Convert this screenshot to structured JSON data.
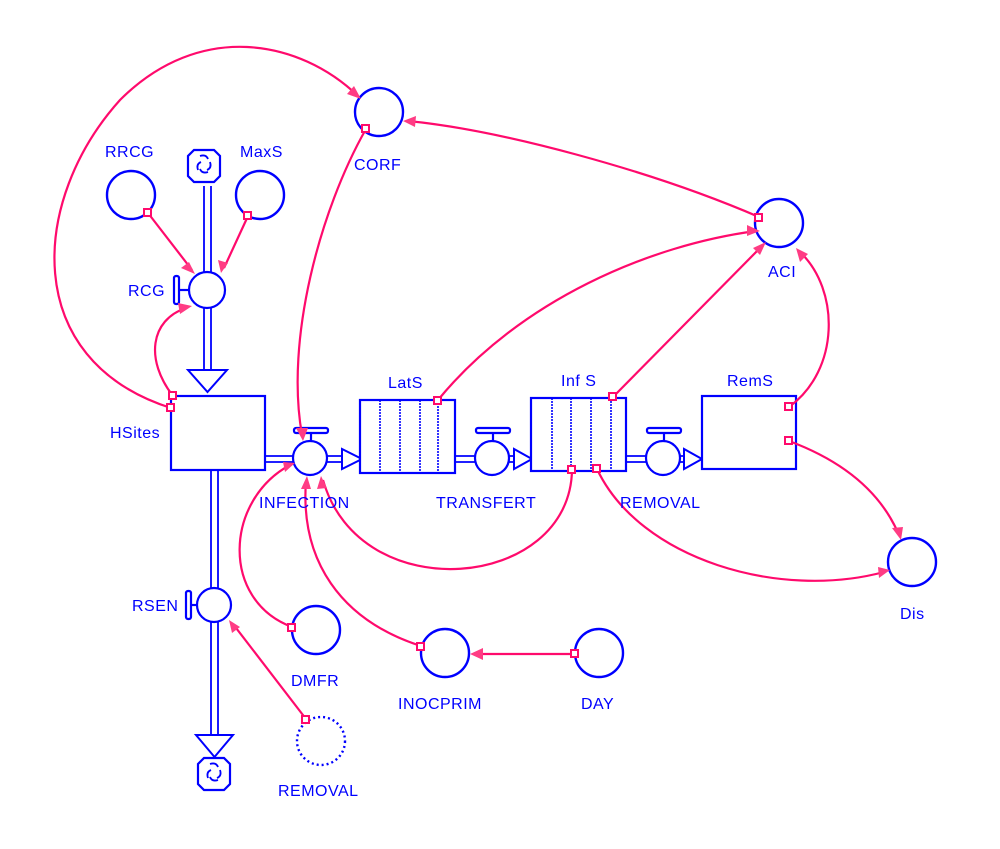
{
  "diagram": {
    "type": "stock-and-flow",
    "colors": {
      "structure": "#0000ff",
      "connector": "#ff0a6c",
      "background": "#ffffff"
    },
    "stocks": [
      {
        "id": "hsites",
        "label": "HSites",
        "kind": "reservoir"
      },
      {
        "id": "lats",
        "label": "LatS",
        "kind": "conveyor"
      },
      {
        "id": "infs",
        "label": "Inf S",
        "kind": "conveyor"
      },
      {
        "id": "rems",
        "label": "RemS",
        "kind": "reservoir"
      }
    ],
    "flows": [
      {
        "id": "rcg",
        "label": "RCG",
        "from": "cloud",
        "to": "hsites"
      },
      {
        "id": "rsen",
        "label": "RSEN",
        "from": "hsites",
        "to": "cloud"
      },
      {
        "id": "infection",
        "label": "INFECTION",
        "from": "hsites",
        "to": "lats"
      },
      {
        "id": "transfert",
        "label": "TRANSFERT",
        "from": "lats",
        "to": "infs"
      },
      {
        "id": "removal_flow",
        "label": "REMOVAL",
        "from": "infs",
        "to": "rems"
      }
    ],
    "converters": [
      {
        "id": "rrcg",
        "label": "RRCG"
      },
      {
        "id": "maxs",
        "label": "MaxS"
      },
      {
        "id": "corf",
        "label": "CORF"
      },
      {
        "id": "aci",
        "label": "ACI"
      },
      {
        "id": "dis",
        "label": "Dis"
      },
      {
        "id": "dmfr",
        "label": "DMFR"
      },
      {
        "id": "inocprim",
        "label": "INOCPRIM"
      },
      {
        "id": "day",
        "label": "DAY"
      },
      {
        "id": "removal_ghost",
        "label": "REMOVAL",
        "ghost": true
      }
    ],
    "connectors": [
      [
        "rrcg",
        "rcg"
      ],
      [
        "maxs",
        "rcg"
      ],
      [
        "hsites",
        "rcg"
      ],
      [
        "hsites",
        "corf"
      ],
      [
        "corf",
        "infection"
      ],
      [
        "aci",
        "corf"
      ],
      [
        "lats",
        "aci"
      ],
      [
        "infs",
        "aci"
      ],
      [
        "rems",
        "aci"
      ],
      [
        "rems",
        "dis"
      ],
      [
        "infs",
        "dis"
      ],
      [
        "infs",
        "infection"
      ],
      [
        "dmfr",
        "infection"
      ],
      [
        "inocprim",
        "infection"
      ],
      [
        "day",
        "inocprim"
      ],
      [
        "removal_ghost",
        "rsen"
      ]
    ]
  }
}
